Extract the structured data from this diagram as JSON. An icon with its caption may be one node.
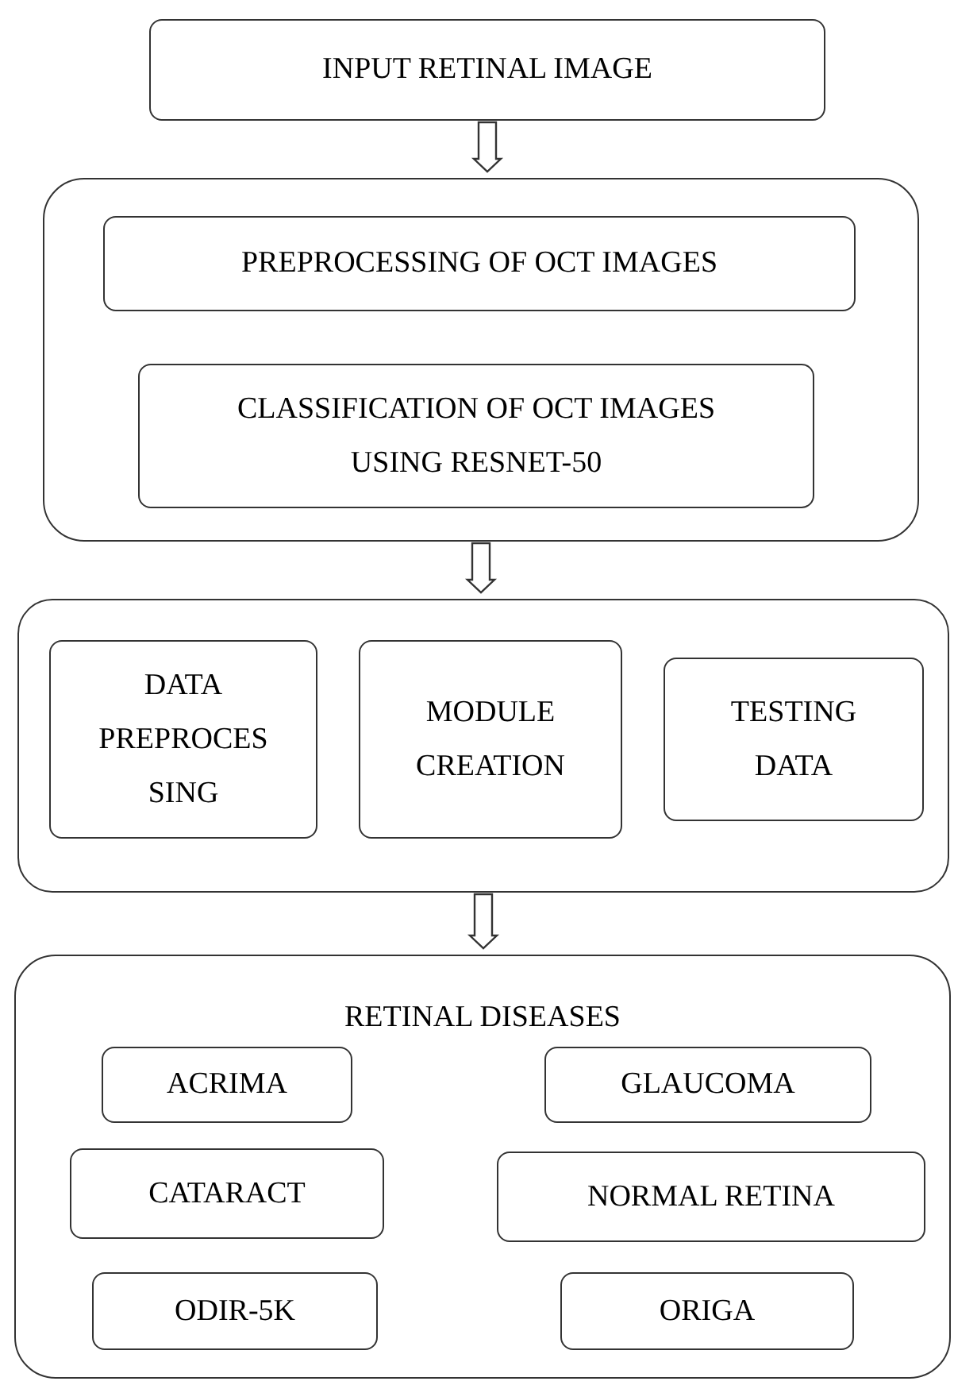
{
  "diagram": {
    "nodes": [
      {
        "text": [
          "INPUT RETINAL IMAGE"
        ]
      },
      {
        "text": [],
        "shape": "box"
      },
      {
        "text": [
          "PREPROCESSING OF OCT IMAGES"
        ],
        "in": 1
      },
      {
        "text": [
          "CLASSIFICATION OF OCT IMAGES USING RESNET-50"
        ],
        "in": 1
      },
      {
        "text": [],
        "shape": "box"
      },
      {
        "text": [
          "DATA PREPROCESSING"
        ],
        "in": 4
      },
      {
        "text": [
          "MODULE CREATION"
        ],
        "in": 4
      },
      {
        "text": [
          "TESTING DATA"
        ],
        "in": 4
      },
      {
        "text": [
          "RETINAL DISEASES"
        ]
      },
      {
        "text": [
          "ACRIMA"
        ],
        "in": 8
      },
      {
        "text": [
          "GLAUCOMA"
        ],
        "in": 8
      },
      {
        "text": [
          "CATARACT"
        ],
        "in": 8
      },
      {
        "text": [
          "NORMAL RETINA"
        ],
        "in": 8
      },
      {
        "text": [
          "ODIR-5K"
        ],
        "in": 8
      },
      {
        "text": [
          "ORIGA"
        ],
        "in": 8
      }
    ],
    "edges": [
      {
        "from": 0,
        "to": 1,
        "arrow": "to"
      },
      {
        "from": 1,
        "to": 4,
        "arrow": "to"
      },
      {
        "from": 4,
        "to": 8,
        "arrow": "to"
      }
    ]
  }
}
